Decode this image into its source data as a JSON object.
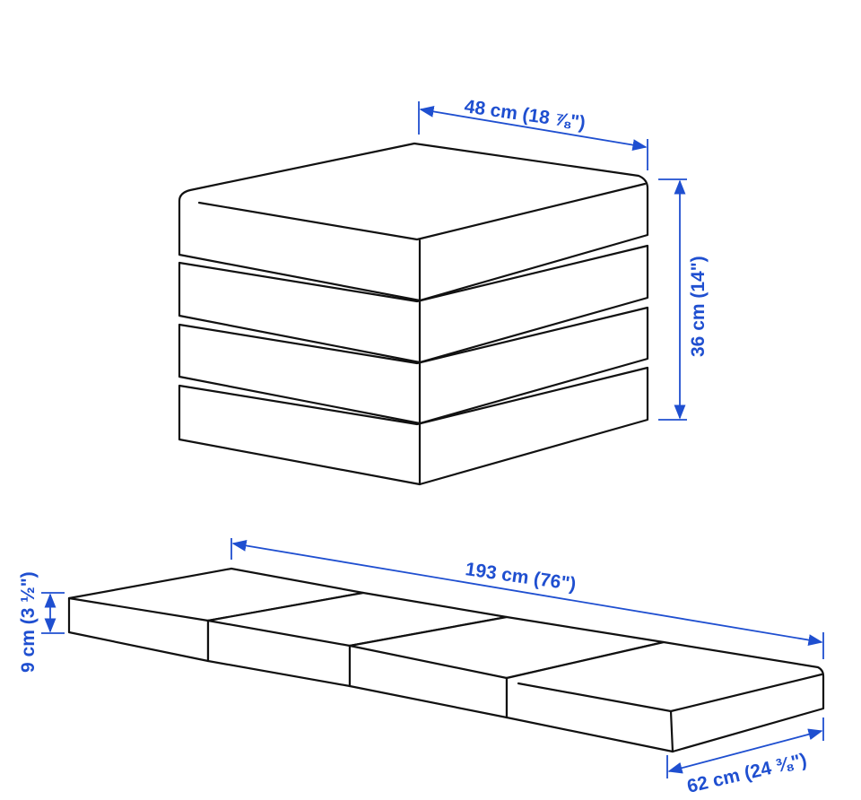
{
  "colors": {
    "dimension": "#1f4fd0",
    "outline": "#111111",
    "background": "#ffffff"
  },
  "dimensions": {
    "folded_width": "48 cm (18 ⅞\")",
    "folded_height": "36 cm (14\")",
    "unfolded_length": "193 cm (76\")",
    "unfolded_width": "62 cm (24 ⅜\")",
    "thickness": "9 cm (3 ½\")"
  }
}
